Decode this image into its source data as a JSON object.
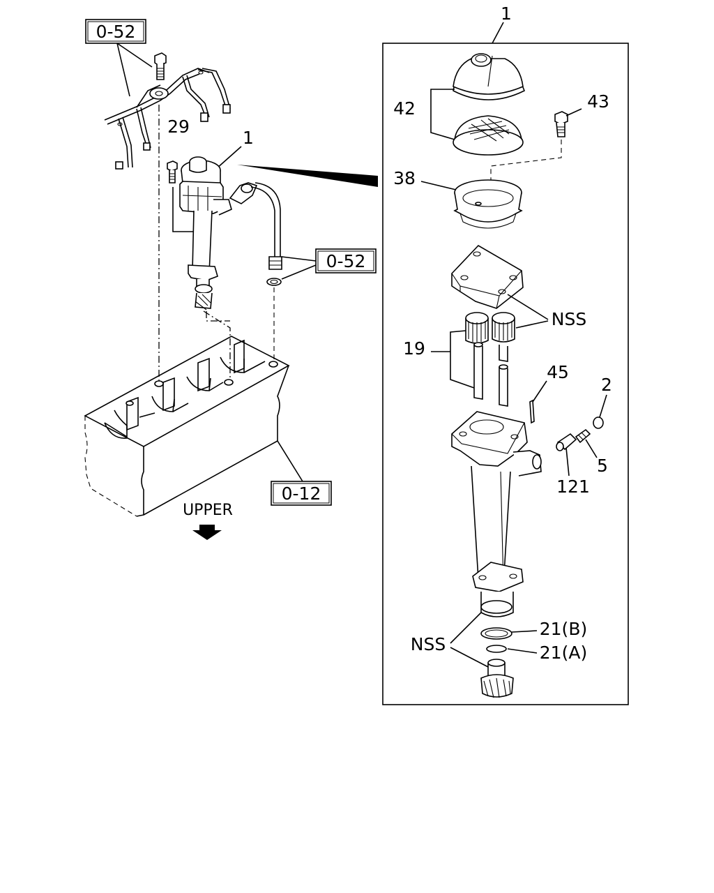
{
  "callouts": {
    "ref_top": "0-52",
    "ref_mid": "0-52",
    "ref_block": "0-12",
    "part_1_left": "1",
    "part_1_right": "1",
    "part_29": "29",
    "part_42": "42",
    "part_43": "43",
    "part_38": "38",
    "nss_gears": "NSS",
    "part_19": "19",
    "part_45": "45",
    "part_2": "2",
    "part_5": "5",
    "part_121": "121",
    "part_21b": "21(B)",
    "part_21a": "21(A)",
    "nss_bottom": "NSS"
  },
  "direction": {
    "label": "UPPER",
    "arrow_icon": "down-arrow-icon"
  },
  "colors": {
    "line": "#000000",
    "background": "#ffffff"
  }
}
